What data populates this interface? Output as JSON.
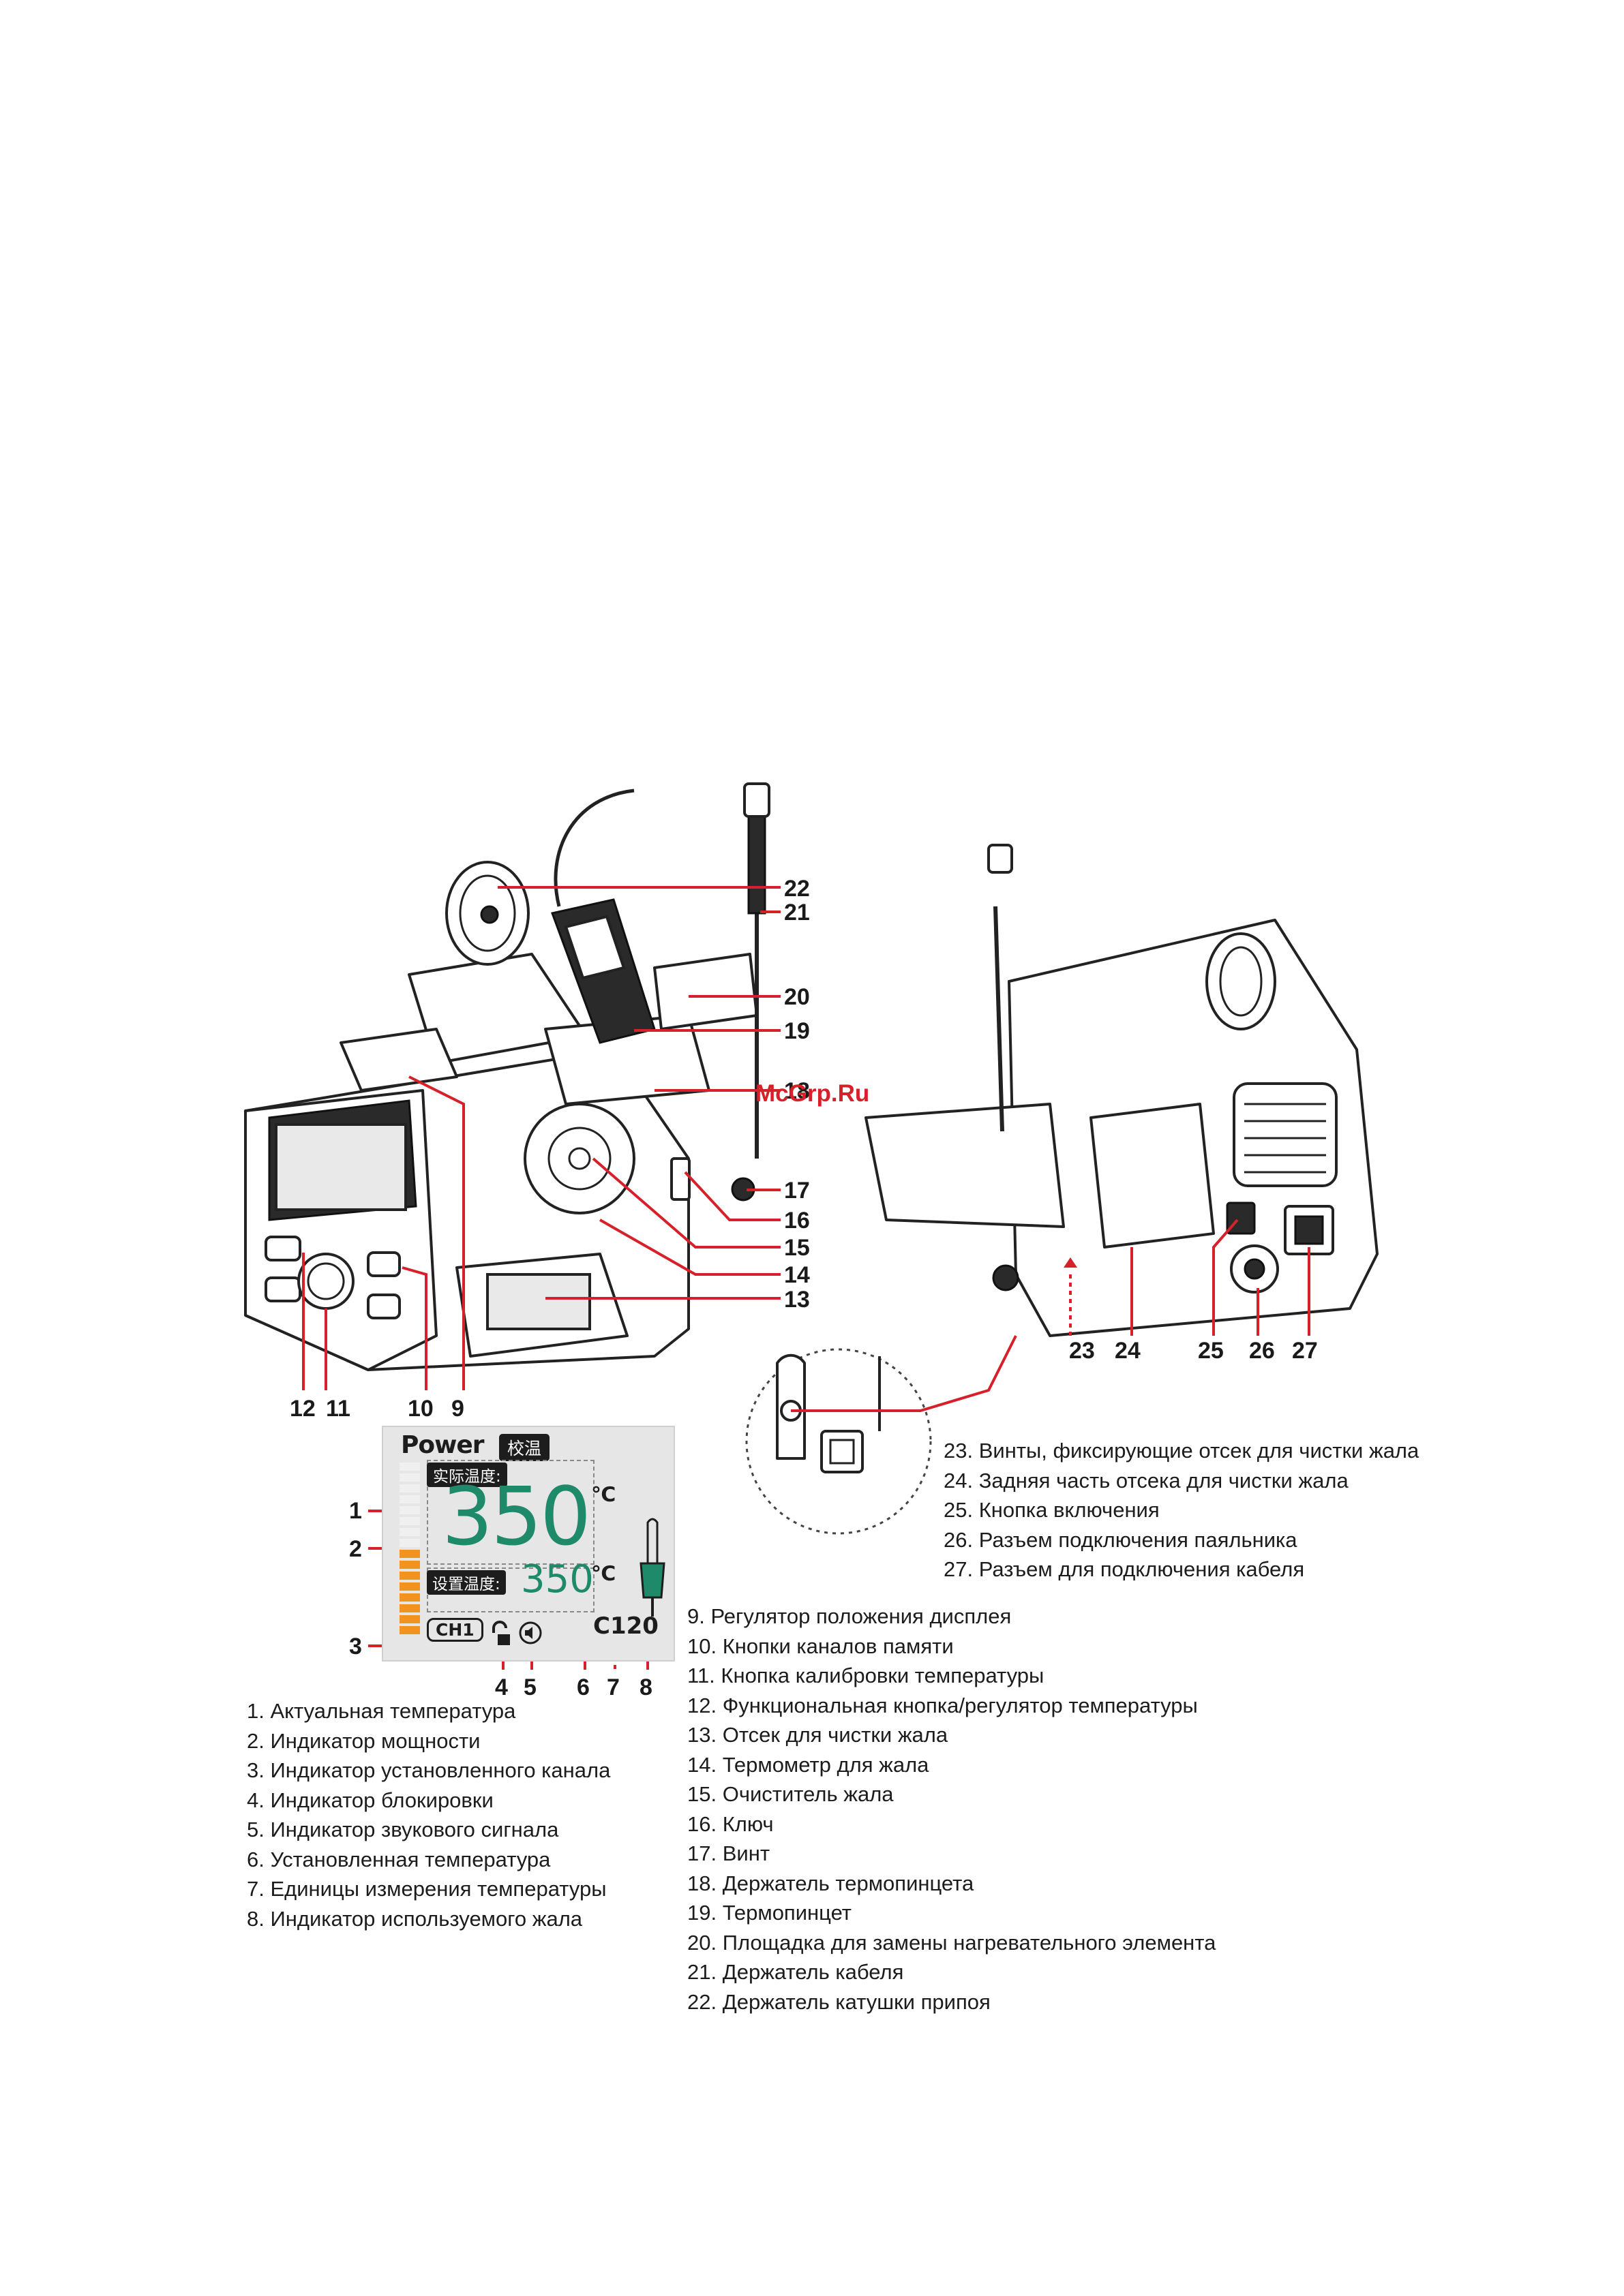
{
  "watermark": "McGrp.Ru",
  "callouts": {
    "main": [
      "22",
      "21",
      "20",
      "19",
      "18",
      "17",
      "16",
      "15",
      "14",
      "13",
      "12",
      "11",
      "10",
      "9"
    ],
    "rear": [
      "23",
      "24",
      "25",
      "26",
      "27"
    ],
    "display": [
      "1",
      "2",
      "3",
      "4",
      "5",
      "6",
      "7",
      "8"
    ]
  },
  "lcd": {
    "power_label": "Power",
    "calib_label": "校温",
    "actual_label": "实际温度:",
    "actual_temp": "350",
    "unit": "℃",
    "set_label": "设置温度:",
    "set_temp": "350",
    "channel": "CH1",
    "tip_code": "C120",
    "power_level": 0.5,
    "icons": [
      "lock-icon",
      "sound-icon",
      "soldering-tip-icon"
    ]
  },
  "legend_left": [
    "1. Актуальная температура",
    "2. Индикатор мощности",
    "3. Индикатор установленного канала",
    "4. Индикатор блокировки",
    "5. Индикатор звукового сигнала",
    "6. Установленная температура",
    "7. Единицы измерения температуры",
    "8. Индикатор используемого жала"
  ],
  "legend_right_mid": [
    " 9. Регулятор положения дисплея",
    "10. Кнопки каналов памяти",
    " 11. Кнопка калибровки температуры",
    "12. Функциональная кнопка/регулятор температуры",
    "13. Отсек для чистки жала",
    "14. Термометр для жала",
    "15. Очиститель жала",
    "16. Ключ",
    "17. Винт",
    "18. Держатель термопинцета",
    "19. Термопинцет",
    "20. Площадка для замены нагревательного элемента",
    " 21. Держатель кабеля",
    "22. Держатель катушки припоя"
  ],
  "legend_right_top": [
    "23. Винты, фиксирующие отсек для чистки жала",
    "24. Задняя часть отсека для чистки жала",
    "25. Кнопка включения",
    "26. Разъем подключения паяльника",
    "27. Разъем для подключения кабеля"
  ]
}
